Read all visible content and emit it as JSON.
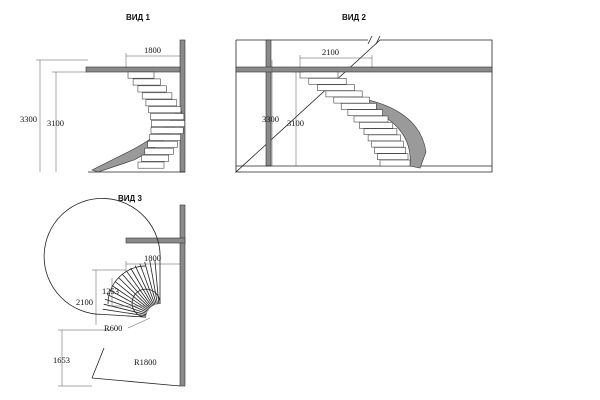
{
  "views": {
    "v1": {
      "title": "ВИД 1",
      "dim_width": "1800",
      "dim_total_height": "3300",
      "dim_stair_height": "3100"
    },
    "v2": {
      "title": "ВИД 2",
      "dim_width": "2100",
      "dim_total_height": "3300",
      "dim_stair_height": "3100"
    },
    "v3": {
      "title": "ВИД 3",
      "dim_width": "1800",
      "dim_depth": "2100",
      "dim_inner_offset": "1253",
      "dim_lower_offset": "1653",
      "dim_inner_radius": "R600",
      "dim_outer_radius": "R1800"
    }
  },
  "colors": {
    "line": "#222222",
    "wall_fill": "#8a8a8a",
    "stringer_fill": "#9a9a9a"
  }
}
